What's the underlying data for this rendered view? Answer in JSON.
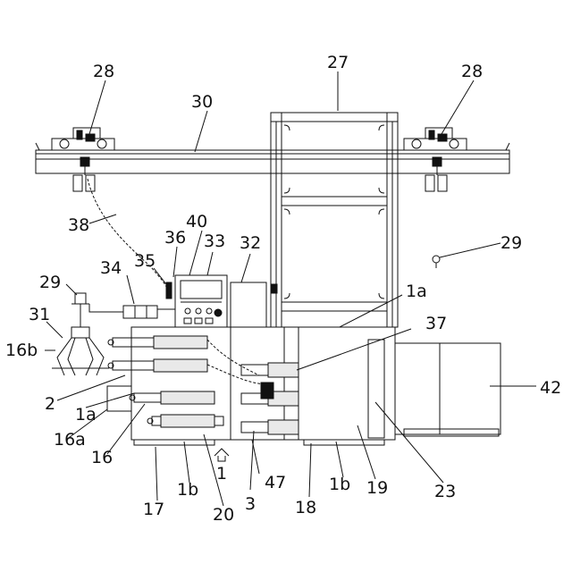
{
  "labels": {
    "n27": "27",
    "n28_left": "28",
    "n28_right": "28",
    "n30": "30",
    "n38": "38",
    "n40": "40",
    "n36": "36",
    "n33": "33",
    "n32": "32",
    "n29_right": "29",
    "n29_left": "29",
    "n34": "34",
    "n35": "35",
    "n1a_top": "1a",
    "n31": "31",
    "n37": "37",
    "n16b": "16b",
    "n2": "2",
    "n1a_left": "1a",
    "n42": "42",
    "n16a": "16a",
    "n16": "16",
    "n1b_left": "1b",
    "n1": "1",
    "n47": "47",
    "n1b_right": "1b",
    "n19": "19",
    "n23": "23",
    "n17": "17",
    "n20": "20",
    "n3": "3",
    "n18": "18"
  }
}
